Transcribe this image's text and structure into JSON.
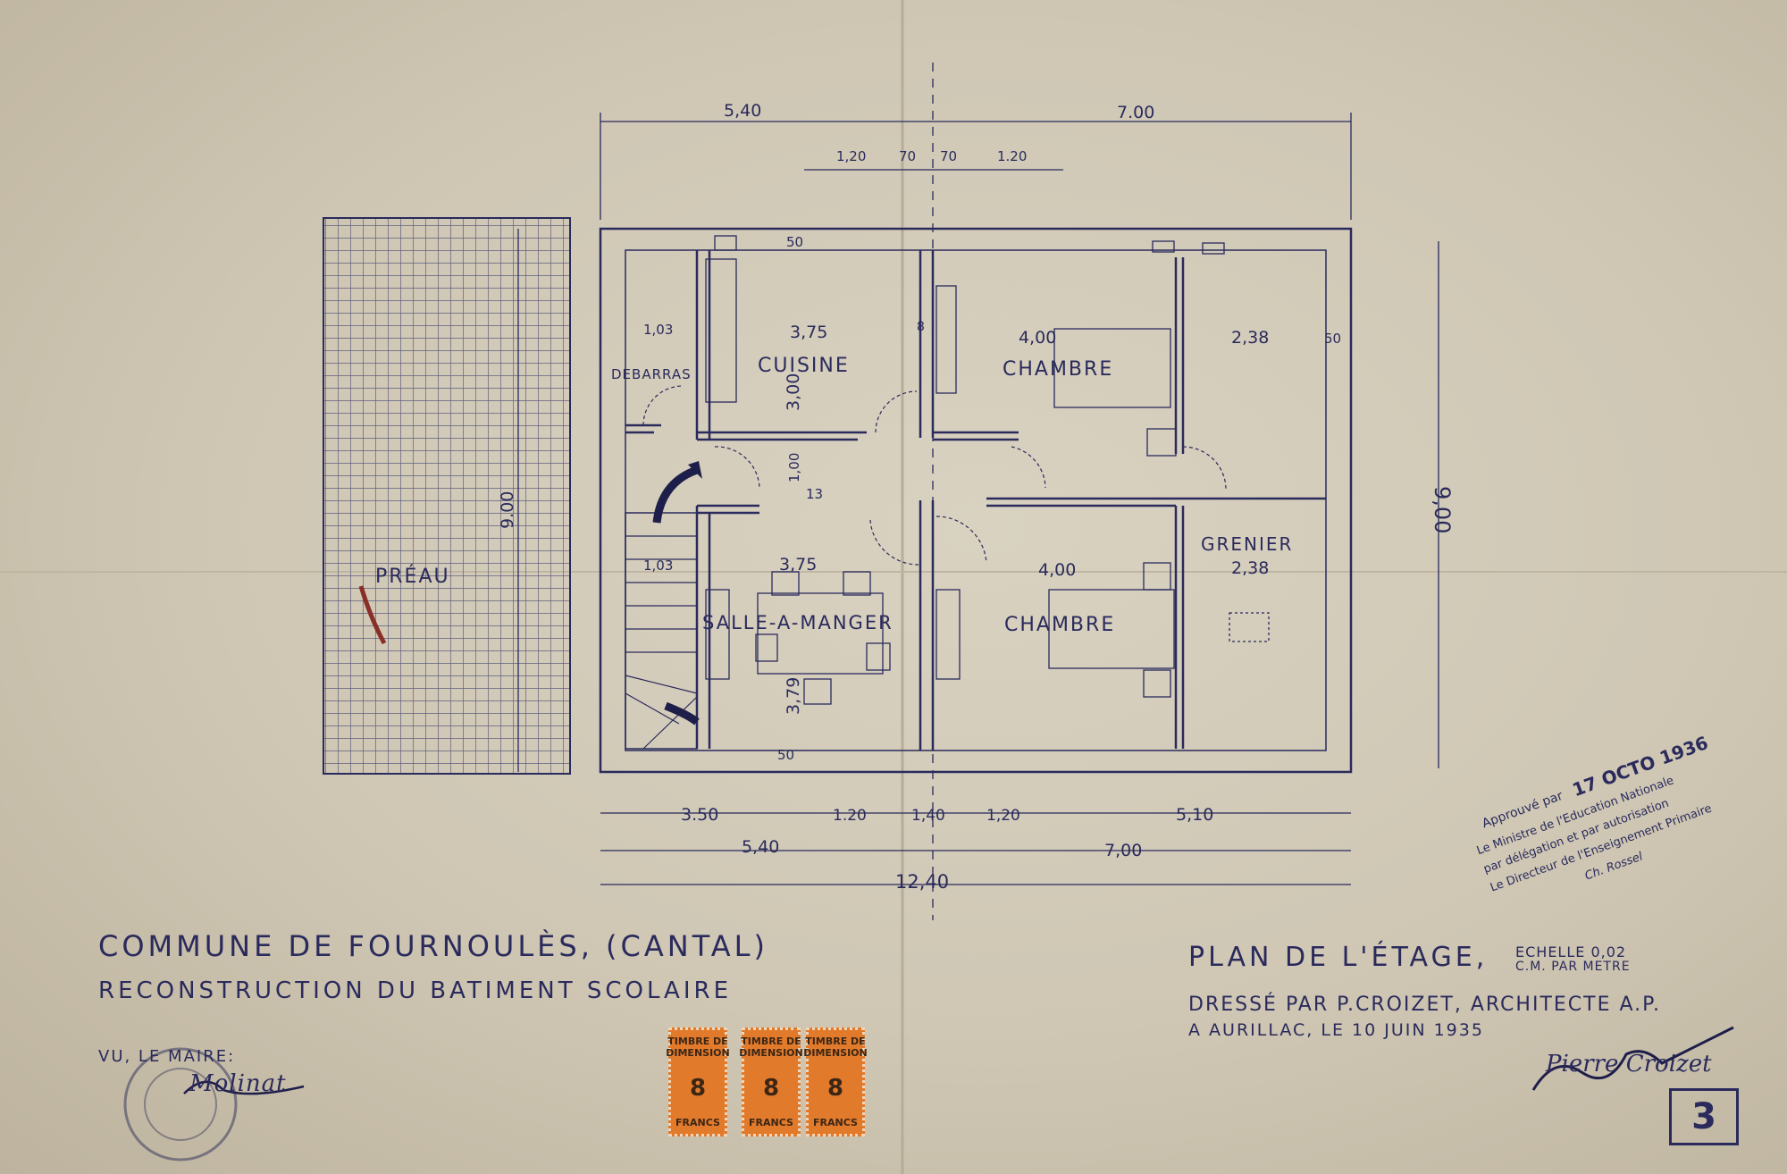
{
  "rooms": {
    "cuisine": "CUISINE",
    "chambre_top": "CHAMBRE",
    "chambre_bottom": "CHAMBRE",
    "debarras": "DEBARRAS",
    "grenier": "GRENIER",
    "salle": "SALLE-A-MANGER",
    "preau": "PRÉAU"
  },
  "dimensions": {
    "top_left": "5,40",
    "top_right": "7.00",
    "win_a": "1,20",
    "win_b": "70",
    "win_c": "70",
    "win_d": "1.20",
    "wall_top": "50",
    "wall_bottom": "50",
    "cuisine_w": "3,75",
    "cuisine_h": "3,00",
    "chambre_w_top": "4,00",
    "chambre_w_bottom": "4,00",
    "grenier_w_top": "2,38",
    "grenier_w_bottom": "2,38",
    "debarras_w": "1,03",
    "stair_w": "1,03",
    "salle_w": "3,75",
    "salle_h": "3,79",
    "corridor_h": "1,00",
    "corr_13": "13",
    "wall_8": "8",
    "wall_50": "50",
    "height_left": "9.00",
    "height_right": "9,00",
    "bot_1": "3.50",
    "bot_2": "1.20",
    "bot_3": "1,40",
    "bot_4": "1,20",
    "bot_5": "5,10",
    "bot_mid_left": "5,40",
    "bot_mid_right": "7,00",
    "bot_total": "12,40"
  },
  "title": {
    "line1": "COMMUNE DE FOURNOULÈS, (CANTAL)",
    "line2": "RECONSTRUCTION DU BATIMENT SCOLAIRE",
    "mayor": "VU, LE MAIRE:",
    "mayor_sig": "Molinat"
  },
  "plan": {
    "name": "PLAN DE L'ÉTAGE,",
    "scale_1": "ECHELLE 0,02",
    "scale_2": "C.M. PAR METRE",
    "author": "DRESSÉ PAR P.CROIZET, ARCHITECTE A.P.",
    "place_date": "A AURILLAC, LE 10 JUIN 1935",
    "signature": "Pierre Croizet",
    "sheet_no": "3"
  },
  "approval_stamp": {
    "line1": "Approuvé par",
    "line2": "17 OCTO 1936",
    "line3": "Le Ministre de l'Education Nationale",
    "line4": "par délégation et par autorisation",
    "line5": "Le Directeur de l'Enseignement Primaire",
    "line6": "Ch. Rossel"
  },
  "fiscal_stamps": [
    {
      "top": "TIMBRE DE DIMENSION",
      "amount": "8",
      "unit": "FRANCS"
    },
    {
      "top": "TIMBRE DE DIMENSION",
      "amount": "8",
      "unit": "FRANCS"
    },
    {
      "top": "TIMBRE DE DIMENSION",
      "amount": "8",
      "unit": "FRANCS"
    }
  ],
  "colors": {
    "ink": "#2a2a5c",
    "paper": "#d3ccba",
    "stamp_orange": "#e27a2c",
    "stamp_purple": "#9a6aa8"
  }
}
